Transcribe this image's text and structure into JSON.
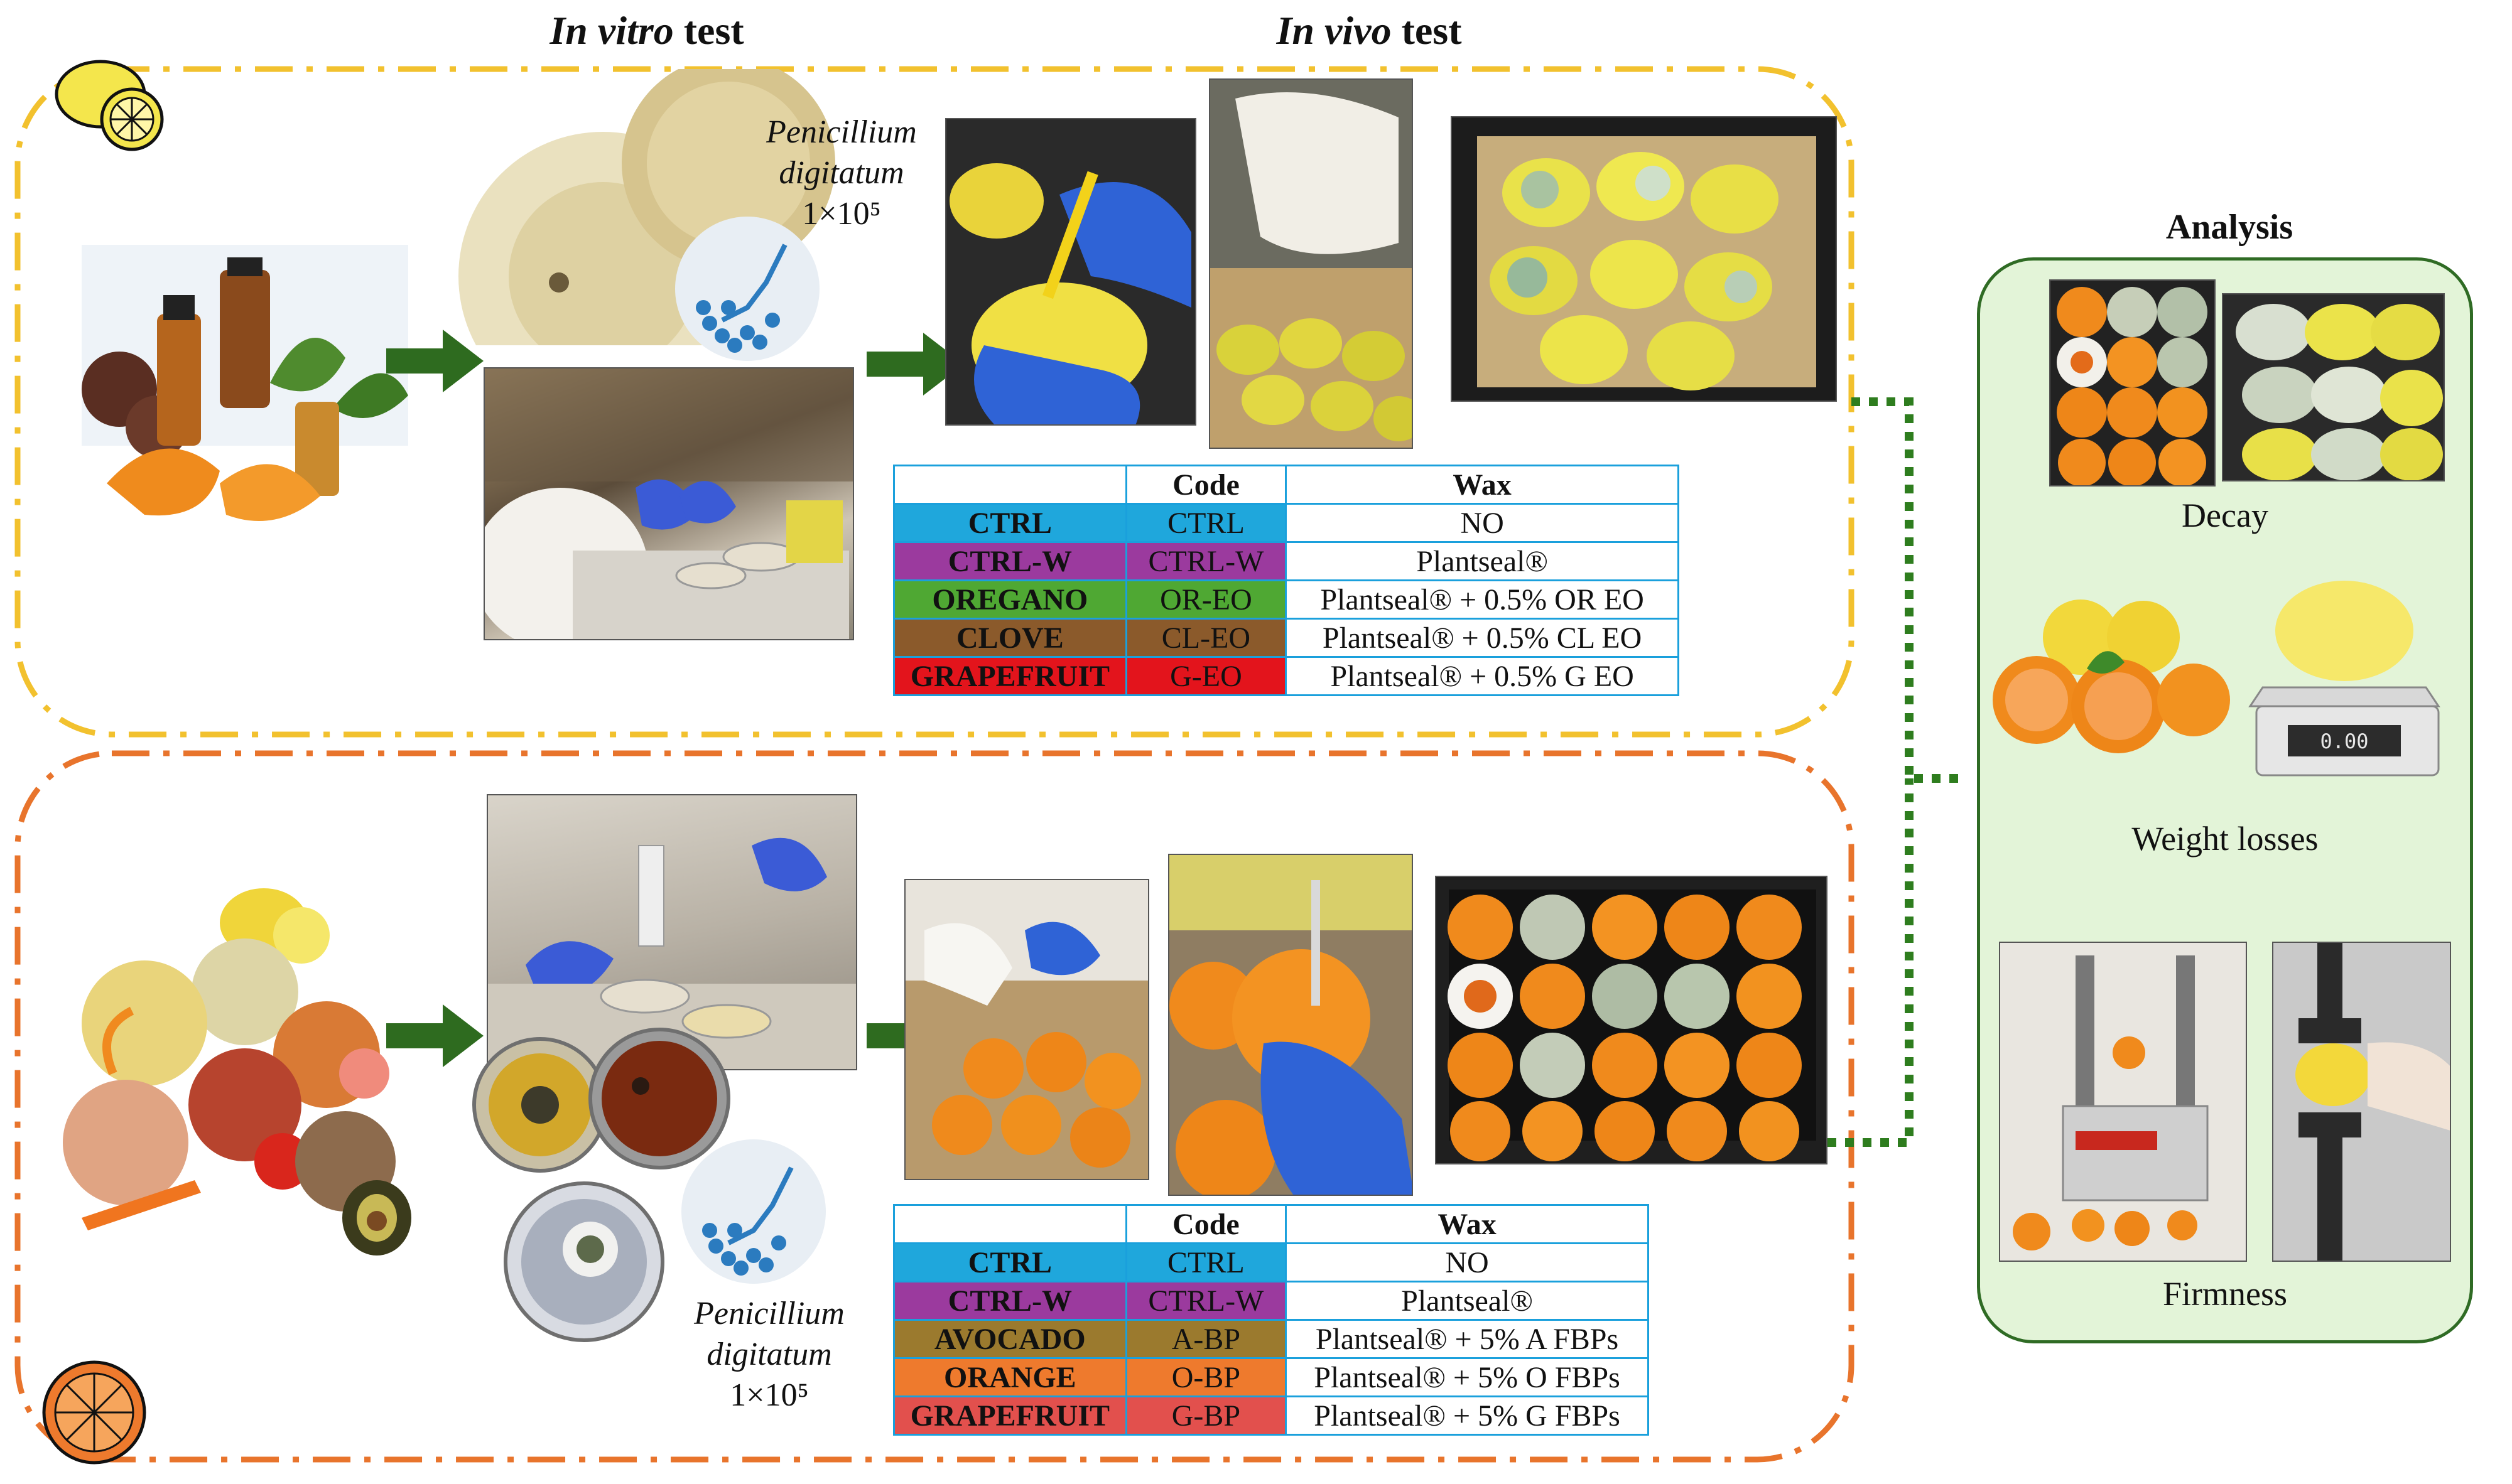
{
  "headings": {
    "in_vitro_italic": "In vitro",
    "in_vitro_rest": " test",
    "in_vivo_italic": "In vivo",
    "in_vivo_rest": " test"
  },
  "colors": {
    "lemon_border": "#f2c12e",
    "orange_border": "#e8742c",
    "arrow": "#2e6b1f",
    "panel_fill": "#e3f4d8",
    "panel_border": "#2f6b24",
    "table_border": "#1aa0dc",
    "ctrl": "#1fa7dc",
    "ctrl_w": "#9b3a9e",
    "oregano": "#4fa833",
    "clove": "#8b5a2b",
    "grapefruit_eo": "#e3141c",
    "avocado": "#9b7a2e",
    "orange": "#ee7a2d",
    "grapefruit_bp": "#e2504d"
  },
  "top_section": {
    "pathogen_name_line1": "Penicillium",
    "pathogen_name_line2": "digitatum",
    "concentration": "1×10⁵",
    "table": {
      "headers": [
        "",
        "Code",
        "Wax"
      ],
      "rows": [
        {
          "name": "CTRL",
          "code": "CTRL",
          "wax": "NO",
          "color": "#1fa7dc"
        },
        {
          "name": "CTRL-W",
          "code": "CTRL-W",
          "wax": "Plantseal®",
          "color": "#9b3a9e"
        },
        {
          "name": "OREGANO",
          "code": "OR-EO",
          "wax": "Plantseal® + 0.5% OR EO",
          "color": "#4fa833"
        },
        {
          "name": "CLOVE",
          "code": "CL-EO",
          "wax": "Plantseal® + 0.5% CL EO",
          "color": "#8b5a2b"
        },
        {
          "name": "GRAPEFRUIT",
          "code": "G-EO",
          "wax": "Plantseal® + 0.5% G EO",
          "color": "#e3141c"
        }
      ]
    }
  },
  "bottom_section": {
    "pathogen_name_line1": "Penicillium",
    "pathogen_name_line2": "digitatum",
    "concentration": "1×10⁵",
    "table": {
      "headers": [
        "",
        "Code",
        "Wax"
      ],
      "rows": [
        {
          "name": "CTRL",
          "code": "CTRL",
          "wax": "NO",
          "color": "#1fa7dc"
        },
        {
          "name": "CTRL-W",
          "code": "CTRL-W",
          "wax": "Plantseal®",
          "color": "#9b3a9e"
        },
        {
          "name": "AVOCADO",
          "code": "A-BP",
          "wax": "Plantseal® + 5% A FBPs",
          "color": "#9b7a2e"
        },
        {
          "name": "ORANGE",
          "code": "O-BP",
          "wax": "Plantseal® + 5% O FBPs",
          "color": "#ee7a2d"
        },
        {
          "name": "GRAPEFRUIT",
          "code": "G-BP",
          "wax": "Plantseal® + 5% G FBPs",
          "color": "#e2504d"
        }
      ]
    }
  },
  "analysis": {
    "title": "Analysis",
    "items": [
      "Decay",
      "Weight losses",
      "Firmness"
    ],
    "scale_display": "0.00"
  }
}
